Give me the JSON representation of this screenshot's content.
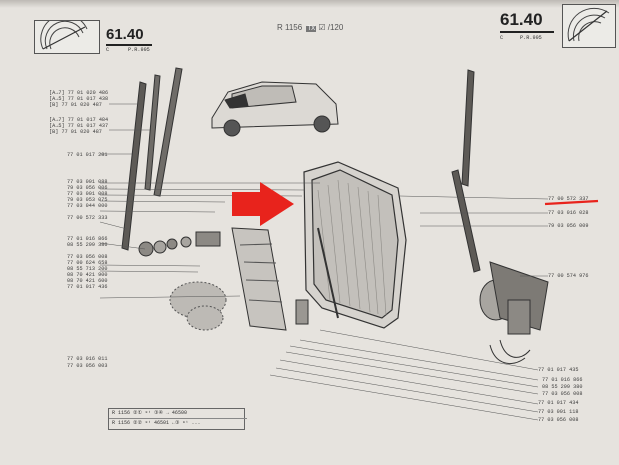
{
  "header": {
    "left_section": "61.40",
    "left_sub": "C",
    "left_ref": "P.R.995",
    "ref_code": "R 1156",
    "ref_badge": "TX",
    "ref_suffix": "/120",
    "right_section": "61.40",
    "right_sub": "C",
    "right_ref": "P.R.995"
  },
  "left_labels": [
    {
      "prefix": "[A→7]",
      "number": "77 01 020 486"
    },
    {
      "prefix": "[A→5]",
      "number": "77 01 017 438"
    },
    {
      "prefix": "[B]",
      "number": "77 01 020 487"
    },
    {
      "prefix": "[A→7]",
      "number": "77 01 017 484"
    },
    {
      "prefix": "[A→5]",
      "number": "77 01 017 437"
    },
    {
      "prefix": "[B]",
      "number": "77 01 020 487"
    },
    {
      "prefix": "",
      "number": "77 01 017 281"
    },
    {
      "prefix": "",
      "number": "77 03 001 088"
    },
    {
      "prefix": "",
      "number": "79 03 056 006"
    },
    {
      "prefix": "",
      "number": "77 03 001 008"
    },
    {
      "prefix": "",
      "number": "79 03 053 075"
    },
    {
      "prefix": "",
      "number": "77 03 044 000"
    },
    {
      "prefix": "",
      "number": "77 00 572 333"
    },
    {
      "prefix": "",
      "number": "77 01 016 866"
    },
    {
      "prefix": "",
      "number": "08 55 299 380"
    },
    {
      "prefix": "",
      "number": "77 03 056 008"
    },
    {
      "prefix": "",
      "number": "77 00 624 658"
    },
    {
      "prefix": "",
      "number": "08 55 713 200"
    },
    {
      "prefix": "",
      "number": "08 70 421 900"
    },
    {
      "prefix": "",
      "number": "08 70 421 600"
    },
    {
      "prefix": "",
      "number": "77 01 017 436"
    },
    {
      "prefix": "",
      "number": "77 03 016 011"
    },
    {
      "prefix": "",
      "number": "77 03 056 003"
    }
  ],
  "right_labels": [
    {
      "number": "77 00 572 337"
    },
    {
      "number": "77 03 016 028"
    },
    {
      "number": "79 03 056 009"
    },
    {
      "number": "77 00 574 976"
    },
    {
      "number": "77 01 017 435"
    },
    {
      "number": "77 01 016 866"
    },
    {
      "number": "08 55 299 380"
    },
    {
      "number": "77 03 056 008"
    },
    {
      "number": "77 01 017 434"
    },
    {
      "number": "77 03 001 118"
    },
    {
      "number": "77 03 056 008"
    }
  ],
  "bottom_table": [
    {
      "text": "R 1156 ②① ᵉᵗ ③④ → 46500"
    },
    {
      "text": "R 1156 ②② ᵉᵗ 46501 ←③ ᵉᵗ ..."
    }
  ],
  "colors": {
    "arrow": "#e8231c",
    "highlight_line": "#e8231c",
    "paper": "#e6e3de",
    "ink": "#3d3d3d"
  },
  "icons": [
    "wiper-logo-icon",
    "red-arrow-icon",
    "car-icon"
  ]
}
